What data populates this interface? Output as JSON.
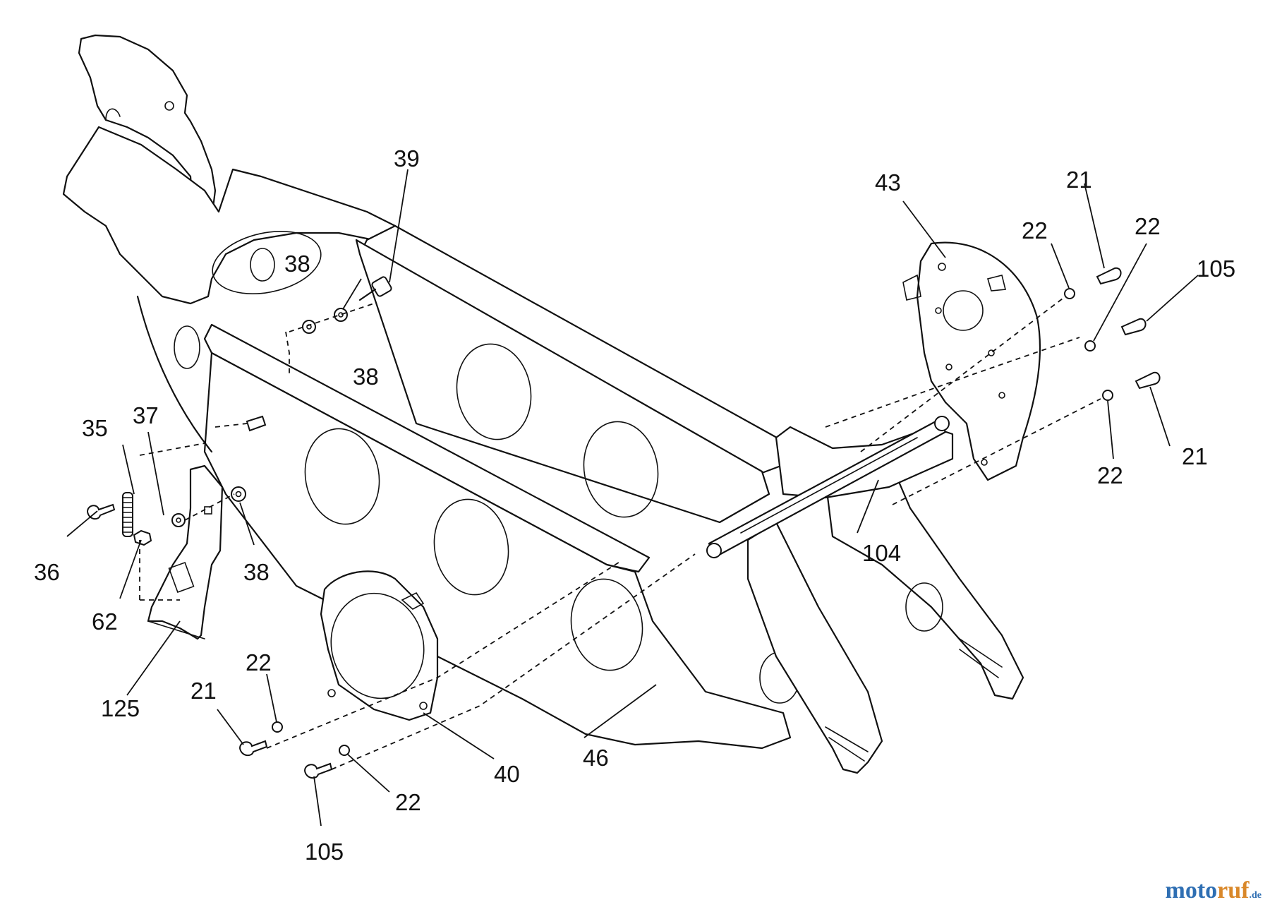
{
  "diagram": {
    "callouts": [
      {
        "id": "c39",
        "label": "39"
      },
      {
        "id": "c43",
        "label": "43"
      },
      {
        "id": "c21a",
        "label": "21"
      },
      {
        "id": "c22a",
        "label": "22"
      },
      {
        "id": "c22b",
        "label": "22"
      },
      {
        "id": "c105a",
        "label": "105"
      },
      {
        "id": "c38a",
        "label": "38"
      },
      {
        "id": "c38b",
        "label": "38"
      },
      {
        "id": "c21b",
        "label": "21"
      },
      {
        "id": "c22c",
        "label": "22"
      },
      {
        "id": "c35",
        "label": "35"
      },
      {
        "id": "c37",
        "label": "37"
      },
      {
        "id": "c36",
        "label": "36"
      },
      {
        "id": "c62",
        "label": "62"
      },
      {
        "id": "c38c",
        "label": "38"
      },
      {
        "id": "c104",
        "label": "104"
      },
      {
        "id": "c125",
        "label": "125"
      },
      {
        "id": "c22d",
        "label": "22"
      },
      {
        "id": "c21c",
        "label": "21"
      },
      {
        "id": "c46",
        "label": "46"
      },
      {
        "id": "c40",
        "label": "40"
      },
      {
        "id": "c22e",
        "label": "22"
      },
      {
        "id": "c105b",
        "label": "105"
      }
    ]
  },
  "watermark": {
    "part1": "moto",
    "part2": "ruf",
    "suffix": ".de"
  }
}
